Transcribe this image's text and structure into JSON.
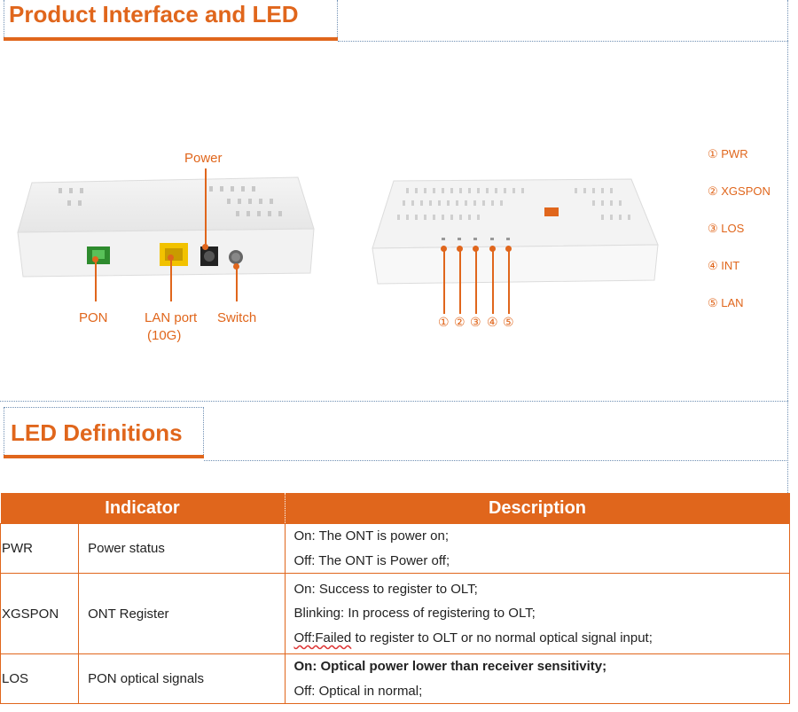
{
  "section1": {
    "title": "Product Interface and LED"
  },
  "rear_panel": {
    "labels": {
      "power": "Power",
      "pon": "PON",
      "lan_port": "LAN port",
      "lan_speed": "(10G)",
      "switch": "Switch"
    }
  },
  "front_panel": {
    "led_numbers": [
      "①",
      "②",
      "③",
      "④",
      "⑤"
    ],
    "legend": [
      "① PWR",
      "② XGSPON",
      "③ LOS",
      "④ INT",
      "⑤ LAN"
    ]
  },
  "section2": {
    "title": "LED Definitions"
  },
  "table": {
    "headers": {
      "indicator": "Indicator",
      "description": "Description"
    },
    "rows": [
      {
        "name": "PWR",
        "meaning": "Power status",
        "desc": [
          "On: The ONT is power on;",
          "Off: The ONT is Power off;"
        ]
      },
      {
        "name": "XGSPON",
        "meaning": "ONT Register",
        "desc": [
          "On: Success to register to OLT;",
          "Blinking: In process of registering to OLT;",
          "to register to OLT or no normal optical signal input;"
        ],
        "desc_prefix": "Off:Failed"
      },
      {
        "name": "LOS",
        "meaning": "PON optical signals",
        "desc": [
          "On: Optical power lower than receiver sensitivity;",
          "Off: Optical in normal;"
        ]
      }
    ]
  },
  "colors": {
    "accent": "#e0661c",
    "guide": "#6f8fb3"
  }
}
